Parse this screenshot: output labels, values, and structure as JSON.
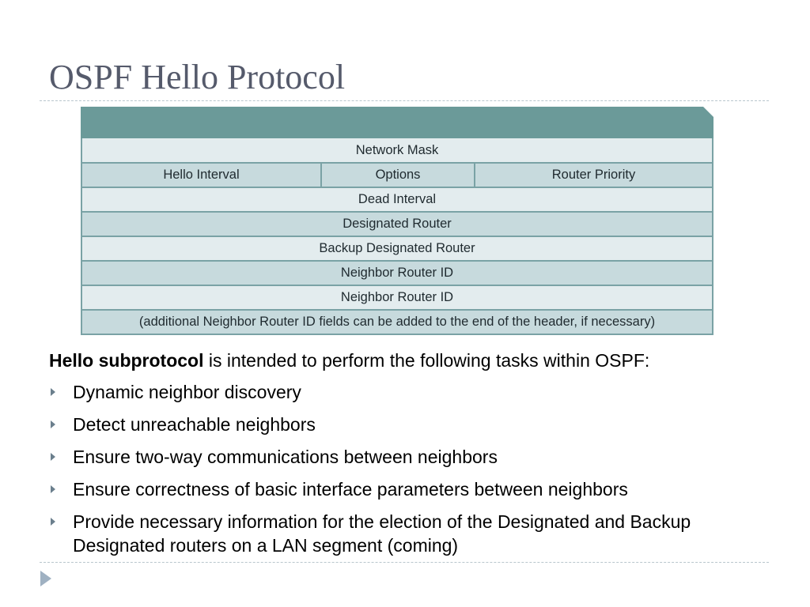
{
  "slide": {
    "title": "OSPF Hello Protocol"
  },
  "packet": {
    "rows": [
      {
        "shade": "light",
        "cells": [
          "Network Mask"
        ]
      },
      {
        "shade": "dark",
        "cells": [
          "Hello Interval",
          "Options",
          "Router Priority"
        ]
      },
      {
        "shade": "light",
        "cells": [
          "Dead Interval"
        ]
      },
      {
        "shade": "dark",
        "cells": [
          "Designated Router"
        ]
      },
      {
        "shade": "light",
        "cells": [
          "Backup Designated Router"
        ]
      },
      {
        "shade": "dark",
        "cells": [
          "Neighbor Router ID"
        ]
      },
      {
        "shade": "light",
        "cells": [
          "Neighbor Router ID"
        ]
      },
      {
        "shade": "dark",
        "cells": [
          "(additional Neighbor Router ID fields can be added to the end of the header, if necessary)"
        ]
      }
    ]
  },
  "body": {
    "intro_bold": "Hello subprotocol",
    "intro_rest": " is intended to perform the following tasks within OSPF:",
    "bullets": [
      "Dynamic neighbor discovery",
      "Detect unreachable neighbors",
      "Ensure two-way communications between neighbors",
      "Ensure correctness of basic interface parameters between neighbors",
      "Provide necessary information for the election of the Designated and Backup Designated routers on a LAN segment  (coming)"
    ]
  },
  "colors": {
    "title": "#555a6b",
    "packet_header": "#6b9a99",
    "row_light": "#e3ecee",
    "row_dark": "#c7dadd"
  },
  "icons": {
    "bullet": "triangle-right-icon",
    "nav": "next-slide-icon"
  }
}
